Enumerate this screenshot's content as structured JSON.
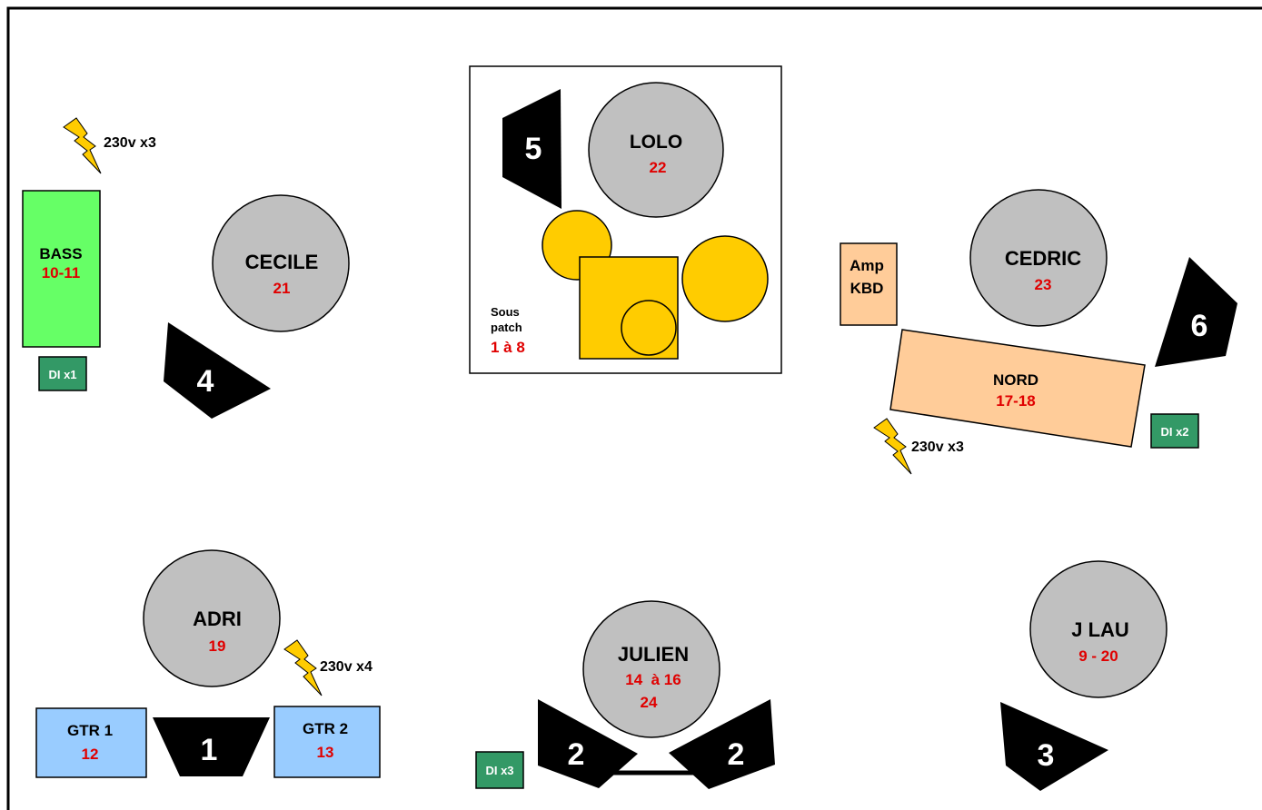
{
  "colors": {
    "person_fill": "#c0c0c0",
    "drum_fill": "#ffcc00",
    "bass_amp_fill": "#66ff66",
    "guitar_amp_fill": "#99ccff",
    "keyboard_fill": "#ffcc99",
    "di_fill": "#339966",
    "monitor_fill": "#000000",
    "power_fill": "#ffcc00",
    "channel_text": "#e00000"
  },
  "musicians": {
    "lolo": {
      "name": "LOLO",
      "channels": "22"
    },
    "cecile": {
      "name": "CECILE",
      "channels": "21"
    },
    "cedric": {
      "name": "CEDRIC",
      "channels": "23"
    },
    "adri": {
      "name": "ADRI",
      "channels": "19"
    },
    "julien": {
      "name": "JULIEN",
      "channels_line1": "14  à 16",
      "channels_line2": "24"
    },
    "jlau": {
      "name": "J LAU",
      "channels": "9 - 20"
    }
  },
  "drum_riser": {
    "label_line1": "Sous",
    "label_line2": "patch",
    "channels": "1 à 8"
  },
  "equipment": {
    "bass": {
      "name": "BASS",
      "channels": "10-11"
    },
    "gtr1": {
      "name": "GTR 1",
      "channels": "12"
    },
    "gtr2": {
      "name": "GTR 2",
      "channels": "13"
    },
    "amp_kbd": {
      "line1": "Amp",
      "line2": "KBD"
    },
    "nord": {
      "name": "NORD",
      "channels": "17-18"
    }
  },
  "di_boxes": {
    "bass": "DI x1",
    "keys": "DI x2",
    "julien": "DI x3"
  },
  "power": {
    "bass": "230v x3",
    "keys": "230v x3",
    "guitar": "230v x4"
  },
  "monitors": {
    "m1": "1",
    "m2a": "2",
    "m2b": "2",
    "m3": "3",
    "m4": "4",
    "m5": "5",
    "m6": "6"
  }
}
